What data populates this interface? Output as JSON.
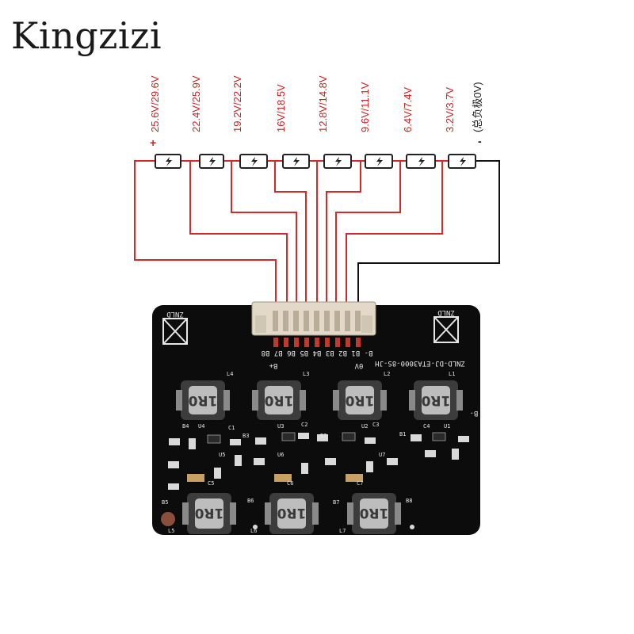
{
  "brand": "Kingzizi",
  "voltage_labels": [
    "25.6V/29.6V",
    "22.4V/25.9V",
    "19.2V/22.2V",
    "16V/18.5V",
    "12.8V/14.8V",
    "9.6V/11.1V",
    "6.4V/7.4V",
    "3.2V/3.7V",
    "(总负极0V)"
  ],
  "poles": {
    "positive": "+",
    "negative": "-"
  },
  "board": {
    "brand_mark": "ZNLD",
    "model": "ZNLD-DJ-ETA3000-8S-JH",
    "pin_labels": "B- B1 B2 B3 B4 B5 B6 B7 B8",
    "label_0v": "0V",
    "label_bplus": "B+",
    "label_bminus": "B-",
    "inductor_text": "1R0",
    "silk": {
      "L4": "L4",
      "L3": "L3",
      "L2": "L2",
      "L1": "L1",
      "L5": "L5",
      "L6": "L6",
      "L7": "L7",
      "B5": "B5",
      "B6": "B6",
      "B7": "B7",
      "B8": "B8",
      "B4": "B4",
      "B3": "B3",
      "B2": "B2",
      "B1": "B1",
      "U4": "U4",
      "U3": "U3",
      "U2": "U2",
      "U1": "U1",
      "U5": "U5",
      "U6": "U6",
      "U7": "U7",
      "C5": "C5",
      "C6": "C6",
      "C7": "C7",
      "C1": "C1",
      "C2": "C2",
      "C3": "C3",
      "C4": "C4"
    }
  },
  "colors": {
    "wire_red": "#d42a2a",
    "wire_black": "#111111",
    "board": "#0c0c0d"
  }
}
